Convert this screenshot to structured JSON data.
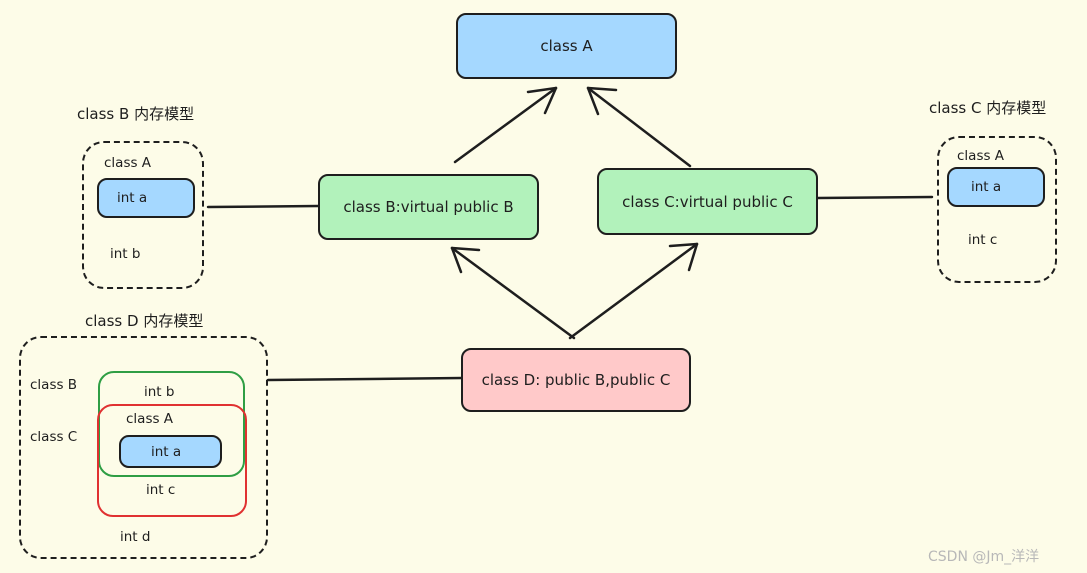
{
  "nodes": {
    "class_a": "class A",
    "class_b": "class B:virtual public B",
    "class_c": "class C:virtual public C",
    "class_d": "class D: public B,public C"
  },
  "memory_b": {
    "title": "class B 内存模型",
    "inner_class": "class A",
    "field_a": "int a",
    "field_b": "int b"
  },
  "memory_c": {
    "title": "class C 内存模型",
    "inner_class": "class A",
    "field_a": "int a",
    "field_c": "int c"
  },
  "memory_d": {
    "title": "class D 内存模型",
    "label_b": "class B",
    "label_c": "class C",
    "field_b": "int b",
    "inner_class": "class A",
    "field_a": "int a",
    "field_c": "int c",
    "field_d": "int d"
  },
  "watermark": "CSDN @Jm_洋洋",
  "colors": {
    "background": "#fdfce8",
    "blue": "#a5d8ff",
    "green": "#b2f2bb",
    "pink": "#ffc9c9",
    "frame_green": "#2f9e44",
    "frame_red": "#e03131",
    "stroke": "#1e1e1e"
  }
}
